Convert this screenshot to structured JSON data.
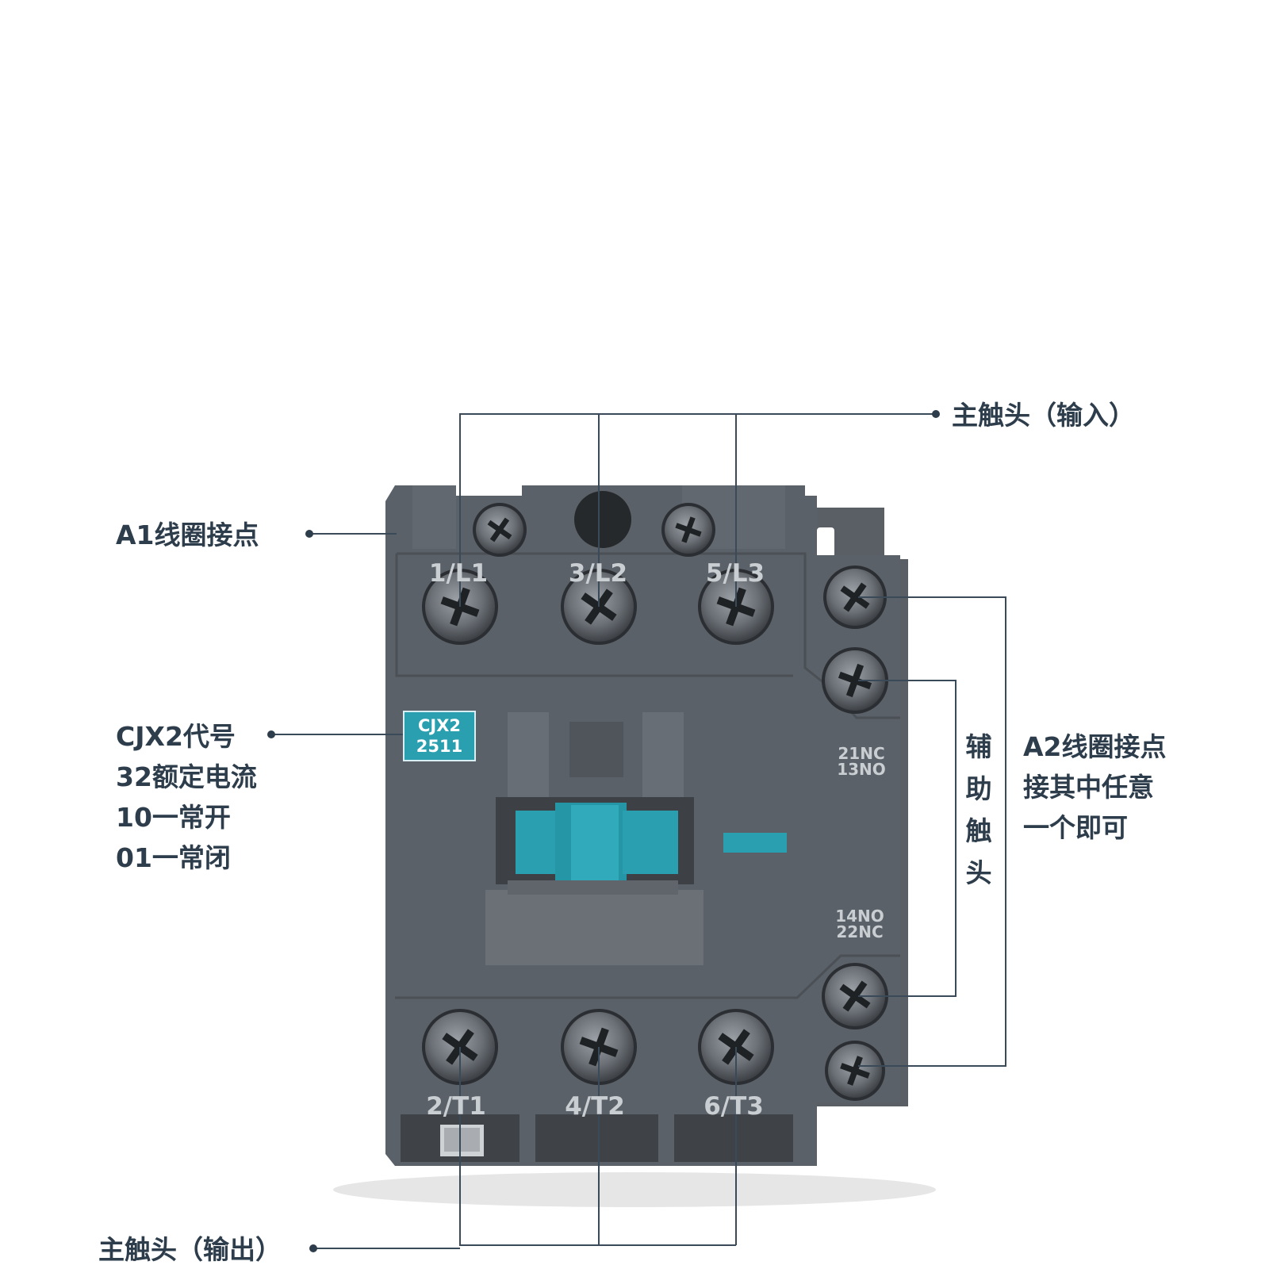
{
  "callouts": {
    "main_input": "主触头（输入）",
    "main_output": "主触头（输出）",
    "a1_coil": "A1线圈接点",
    "a2_coil": [
      "A2线圈接点",
      "接其中任意",
      "一个即可"
    ],
    "model_notes": [
      "CJX2代号",
      "32额定电流",
      "10一常开",
      "01一常闭"
    ],
    "auxiliary": [
      "辅",
      "助",
      "触",
      "头"
    ]
  },
  "device": {
    "badge": [
      "CJX2",
      "2511"
    ],
    "top_terminals": [
      "1/L1",
      "3/L2",
      "5/L3"
    ],
    "bottom_terminals": [
      "2/T1",
      "4/T2",
      "6/T3"
    ],
    "aux_top": [
      "21NC",
      "13NO"
    ],
    "aux_bottom": [
      "14NO",
      "22NC"
    ]
  },
  "colors": {
    "body": "#5b6168",
    "accent": "#2a9fb0",
    "callout_text": "#2d3d4b",
    "leader_line": "#3a4a58"
  }
}
